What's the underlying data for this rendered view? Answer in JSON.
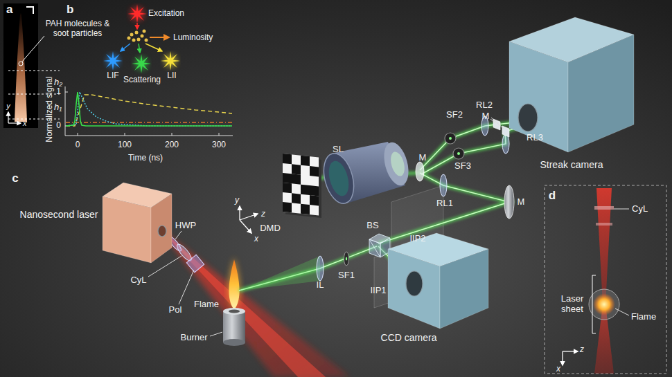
{
  "diagram": {
    "nodes": [
      {
        "text": [
          "Nanosecond laser"
        ]
      },
      {
        "text": [
          "CCD camera"
        ]
      },
      {
        "text": [
          "Streak camera"
        ]
      }
    ],
    "labels": [
      "a",
      "h₂",
      "h₁",
      "y",
      "x",
      "b",
      "PAH molecules & soot particles",
      "Excitation",
      "Luminosity",
      "LIF",
      "Scattering",
      "LII",
      "Normalized signal",
      "1",
      "0",
      "0",
      "100",
      "200",
      "300",
      "Time (ns)",
      "c",
      "HWP",
      "CyL",
      "Pol",
      "Flame",
      "Burner",
      "y",
      "z",
      "x",
      "IL",
      "SF1",
      "BS",
      "IIP1",
      "IIP2",
      "DMD",
      "SL",
      "M",
      "SF2",
      "RL2",
      "M",
      "RL3",
      "SF3",
      "RL1",
      "M",
      "d",
      "CyL",
      "Laser sheet",
      "Flame",
      "z",
      "x"
    ]
  }
}
